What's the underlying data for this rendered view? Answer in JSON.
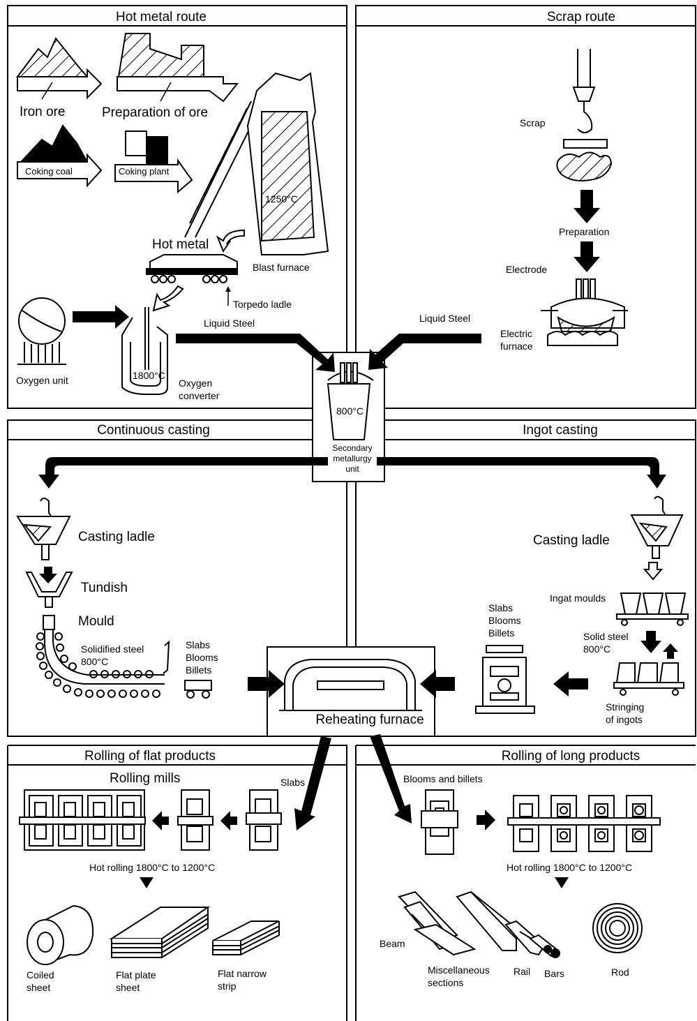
{
  "sections": {
    "hot_metal_route": "Hot metal route",
    "scrap_route": "Scrap route",
    "continuous_casting": "Continuous casting",
    "ingot_casting": "Ingot casting",
    "rolling_flat": "Rolling of flat products",
    "rolling_long": "Rolling of long products"
  },
  "hot_metal": {
    "iron_ore": "Iron ore",
    "preparation_of_ore": "Preparation of ore",
    "coking_coal": "Coking coal",
    "coking_plant": "Coking plant",
    "blast_furnace_temp": "1250°C",
    "hot_metal": "Hot metal",
    "blast_furnace": "Blast furnace",
    "torpedo_ladle": "Torpedo ladle",
    "liquid_steel": "Liquid Steel",
    "oxygen_unit": "Oxygen unit",
    "converter_temp": "1800°C",
    "oxygen_converter_1": "Oxygen",
    "oxygen_converter_2": "converter"
  },
  "scrap": {
    "scrap": "Scrap",
    "preparation": "Preparation",
    "electrode": "Electrode",
    "liquid_steel": "Liquid Steel",
    "electric_furnace_1": "Electric",
    "electric_furnace_2": "furnace"
  },
  "secondary": {
    "temp": "800°C",
    "label_1": "Secondary",
    "label_2": "metallurgy",
    "label_3": "unit"
  },
  "continuous": {
    "casting_ladle": "Casting ladle",
    "tundish": "Tundish",
    "mould": "Mould",
    "solidified_1": "Solidified steel",
    "solidified_2": "800°C",
    "slabs": "Slabs",
    "blooms": "Blooms",
    "billets": "Billets"
  },
  "ingot": {
    "casting_ladle": "Casting ladle",
    "ingot_moulds": "Ingat moulds",
    "solid_steel_1": "Solid steel",
    "solid_steel_2": "800°C",
    "slabs": "Slabs",
    "blooms": "Blooms",
    "billets": "Billets",
    "stringing_1": "Stringing",
    "stringing_2": "of ingots"
  },
  "reheating_furnace": "Reheating furnace",
  "flat": {
    "rolling_mills": "Rolling mills",
    "slabs": "Slabs",
    "hot_rolling": "Hot rolling 1800°C to 1200°C",
    "coiled_1": "Coiled",
    "coiled_2": "sheet",
    "flat_plate_1": "Flat plate",
    "flat_plate_2": "sheet",
    "narrow_1": "Flat narrow",
    "narrow_2": "strip"
  },
  "long": {
    "blooms_billets": "Blooms and billets",
    "hot_rolling": "Hot rolling 1800°C to 1200°C",
    "beam": "Beam",
    "misc_1": "Miscellaneous",
    "misc_2": "sections",
    "rail": "Rail",
    "bars": "Bars",
    "rod": "Rod"
  }
}
